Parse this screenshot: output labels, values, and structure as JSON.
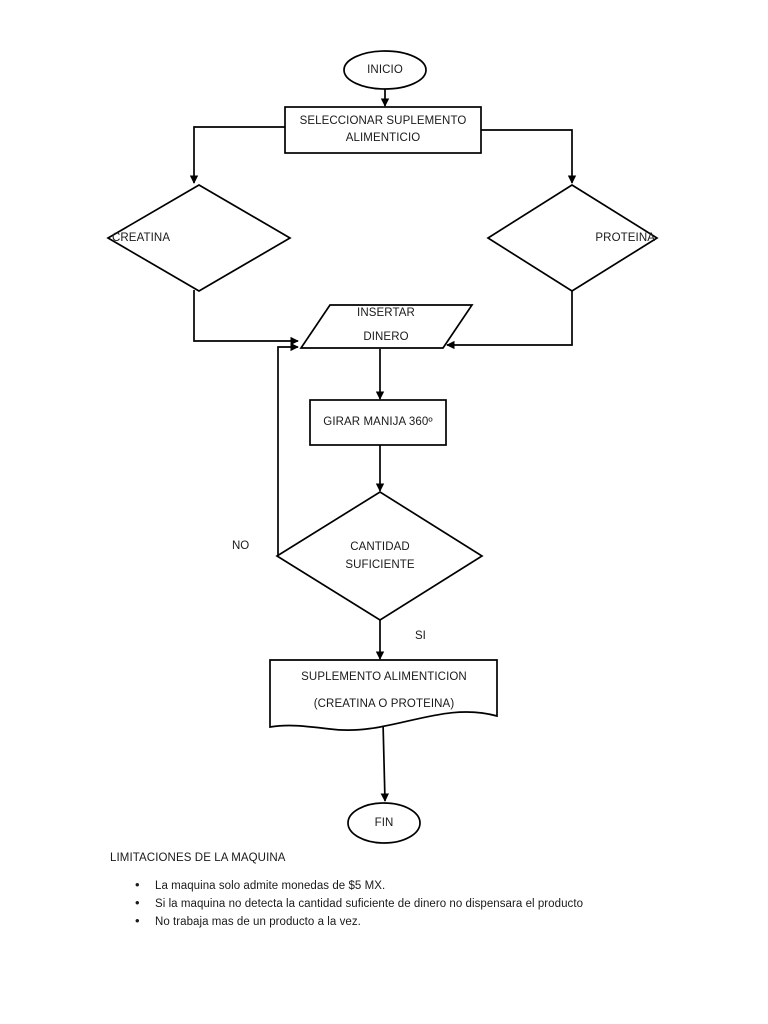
{
  "document": {
    "title": "Diagrama de flujo - Maquina expendedora de suplementos"
  },
  "flowchart": {
    "nodes": [
      {
        "id": "inicio",
        "shape": "terminator",
        "label": "INICIO"
      },
      {
        "id": "seleccionar",
        "shape": "process",
        "label_line1": "SELECCIONAR SUPLEMENTO",
        "label_line2": "ALIMENTICIO"
      },
      {
        "id": "creatina",
        "shape": "decision",
        "label": "CREATINA"
      },
      {
        "id": "proteina",
        "shape": "decision",
        "label": "PROTEINA"
      },
      {
        "id": "insertar",
        "shape": "input-output",
        "label_line1": "INSERTAR",
        "label_line2": "DINERO"
      },
      {
        "id": "girar",
        "shape": "process",
        "label": "GIRAR MANIJA 360º"
      },
      {
        "id": "cantidad",
        "shape": "decision",
        "label_line1": "CANTIDAD",
        "label_line2": "SUFICIENTE"
      },
      {
        "id": "suplemento",
        "shape": "document",
        "label_line1": "SUPLEMENTO ALIMENTICION",
        "label_line2": "(CREATINA O PROTEINA)"
      },
      {
        "id": "fin",
        "shape": "terminator",
        "label": "FIN"
      }
    ],
    "edge_labels": {
      "no": "NO",
      "si": "SI"
    },
    "colors": {
      "stroke": "#000000",
      "fill": "#ffffff",
      "text": "#1a1a1a"
    }
  },
  "notes": {
    "title": "LIMITACIONES DE LA MAQUINA",
    "bullet_glyph": "•",
    "items": [
      "La maquina solo admite monedas de $5 MX.",
      "Si la maquina no detecta la cantidad suficiente de dinero no dispensara el producto",
      "No trabaja mas de un producto a la vez."
    ]
  }
}
